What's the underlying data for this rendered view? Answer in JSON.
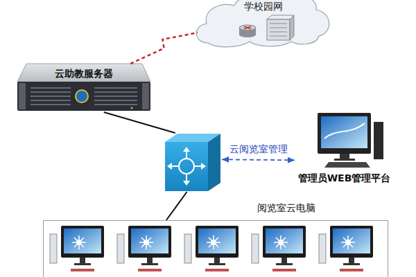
{
  "diagram": {
    "nodes": [
      {
        "text": [
          "学校园网"
        ]
      },
      {
        "text": [
          "云助教服务器"
        ]
      },
      {
        "text": []
      },
      {
        "text": [
          "管理员WEB管理平台"
        ]
      },
      {
        "text": [
          "阅览室云电脑"
        ]
      }
    ],
    "edges": [
      {
        "from": 1,
        "to": 0,
        "arrow": "none"
      },
      {
        "from": 1,
        "to": 2,
        "arrow": "none"
      },
      {
        "from": 2,
        "to": 3,
        "arrow": "both",
        "label": "云阅览室管理"
      },
      {
        "from": 2,
        "to": 4,
        "arrow": "none"
      }
    ]
  }
}
